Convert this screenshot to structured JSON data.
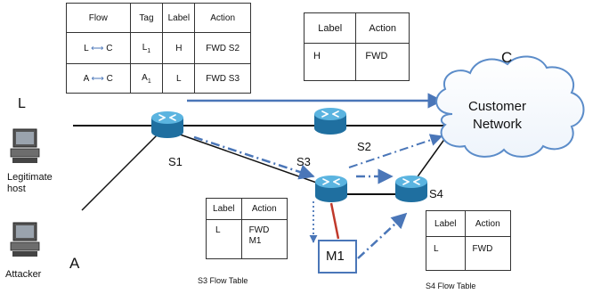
{
  "flow_table_main": {
    "headers": [
      "Flow",
      "Tag",
      "Label",
      "Action"
    ],
    "rows": [
      {
        "flow_src": "L",
        "flow_dst": "C",
        "tag": "L",
        "tag_sub": "1",
        "label": "H",
        "action": "FWD S2"
      },
      {
        "flow_src": "A",
        "flow_dst": "C",
        "tag": "A",
        "tag_sub": "1",
        "label": "L",
        "action": "FWD S3"
      }
    ]
  },
  "s2_table": {
    "headers": [
      "Label",
      "Action"
    ],
    "rows": [
      {
        "label": "H",
        "action": "FWD"
      }
    ]
  },
  "s3_table": {
    "headers": [
      "Label",
      "Action"
    ],
    "rows": [
      {
        "label": "L",
        "action_line1": "FWD",
        "action_line2": "M1"
      }
    ],
    "caption": "S3 Flow Table"
  },
  "s4_table": {
    "headers": [
      "Label",
      "Action"
    ],
    "rows": [
      {
        "label": "L",
        "action": "FWD"
      }
    ],
    "caption": "S4 Flow Table"
  },
  "nodes": {
    "s1": "S1",
    "s2": "S2",
    "s3": "S3",
    "s4": "S4",
    "m1": "M1",
    "customer_line1": "Customer",
    "customer_line2": "Network",
    "c_label": "C",
    "l_label": "L",
    "a_label": "A",
    "legit_line1": "Legitimate",
    "legit_line2": "host",
    "attacker": "Attacker"
  },
  "colors": {
    "router_body": "#2e8fc4",
    "router_top": "#5bb4e0",
    "arrow_blue": "#4a76b8",
    "m1_border": "#4a76b8",
    "red_link": "#c0392b",
    "cloud_stroke": "#5b8cc9"
  },
  "icons": [
    "router-icon",
    "computer-icon",
    "cloud-icon"
  ]
}
